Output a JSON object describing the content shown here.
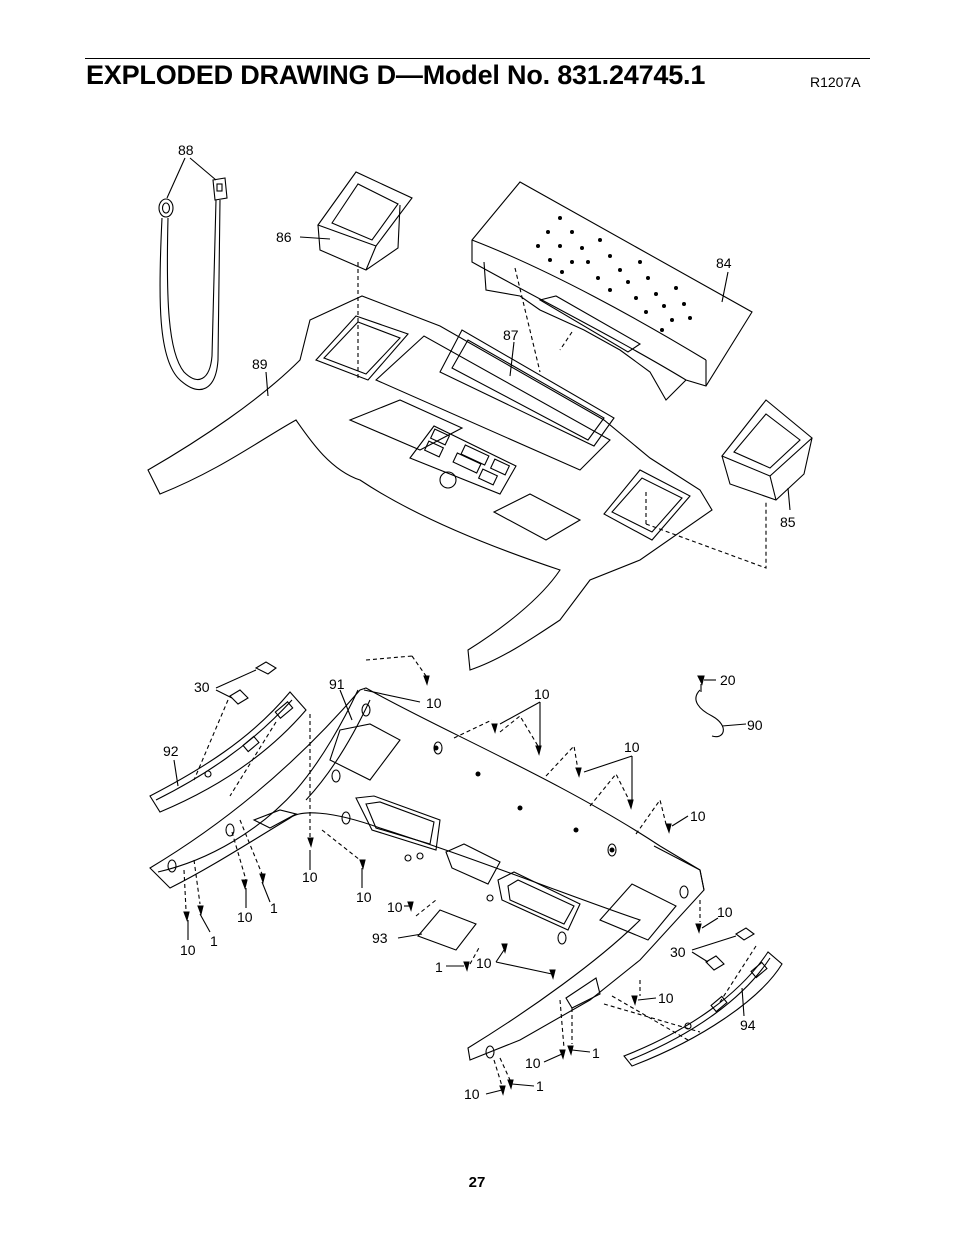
{
  "header": {
    "title": "EXPLODED DRAWING D—Model No. 831.24745.1",
    "drawing_code": "R1207A"
  },
  "footer": {
    "page_number": "27"
  },
  "part_labels": {
    "p88": "88",
    "p86": "86",
    "p84": "84",
    "p87": "87",
    "p89": "89",
    "p85": "85",
    "p30a": "30",
    "p91": "91",
    "p10a": "10",
    "p10b": "10",
    "p20": "20",
    "p90": "90",
    "p92": "92",
    "p10c": "10",
    "p10d": "10",
    "p10e": "10",
    "p10f": "10",
    "p1a": "1",
    "p10g": "10",
    "p10h": "10",
    "p10i": "10",
    "p1b": "1",
    "p93": "93",
    "p10j": "10",
    "p1c": "1",
    "p10k": "10",
    "p30b": "30",
    "p10l": "10",
    "p94": "94",
    "p10m": "10",
    "p1d": "1",
    "p10n": "10",
    "p1e": "1"
  }
}
